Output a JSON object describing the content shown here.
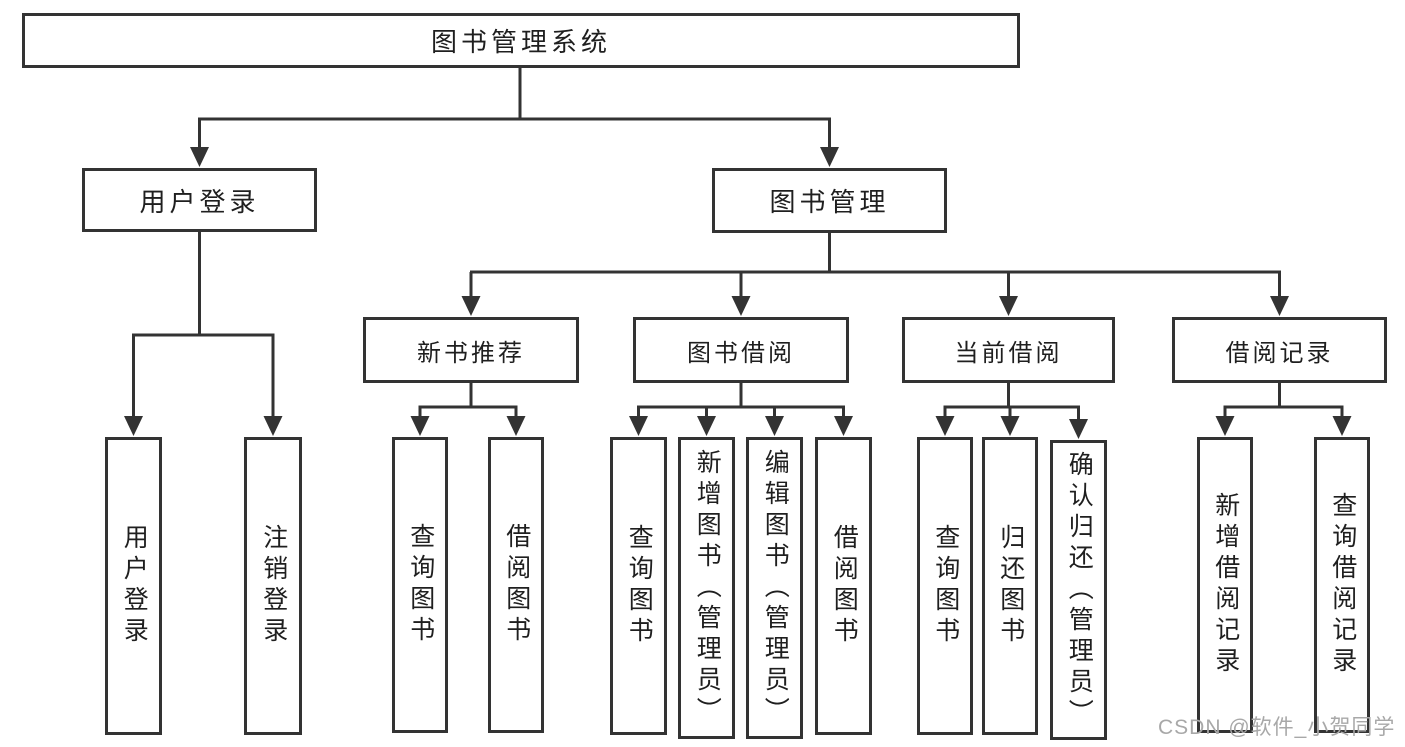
{
  "diagram": {
    "tree": {
      "label": "图书管理系统",
      "children": [
        {
          "label": "用户登录",
          "children": [
            {
              "label": "用户登录"
            },
            {
              "label": "注销登录"
            }
          ]
        },
        {
          "label": "图书管理",
          "children": [
            {
              "label": "新书推荐",
              "children": [
                {
                  "label": "查询图书"
                },
                {
                  "label": "借阅图书"
                }
              ]
            },
            {
              "label": "图书借阅",
              "children": [
                {
                  "label": "查询图书"
                },
                {
                  "label": "新增图书（管理员）"
                },
                {
                  "label": "编辑图书（管理员）"
                },
                {
                  "label": "借阅图书"
                }
              ]
            },
            {
              "label": "当前借阅",
              "children": [
                {
                  "label": "查询图书"
                },
                {
                  "label": "归还图书"
                },
                {
                  "label": "确认归还（管理员）"
                }
              ]
            },
            {
              "label": "借阅记录",
              "children": [
                {
                  "label": "新增借阅记录"
                },
                {
                  "label": "查询借阅记录"
                }
              ]
            }
          ]
        }
      ]
    }
  },
  "watermark": {
    "text": "CSDN @软件_小贺同学"
  },
  "colors": {
    "line": "#333333",
    "text": "#1f1f1f",
    "background": "#ffffff",
    "watermark": "#a8a8a8"
  }
}
